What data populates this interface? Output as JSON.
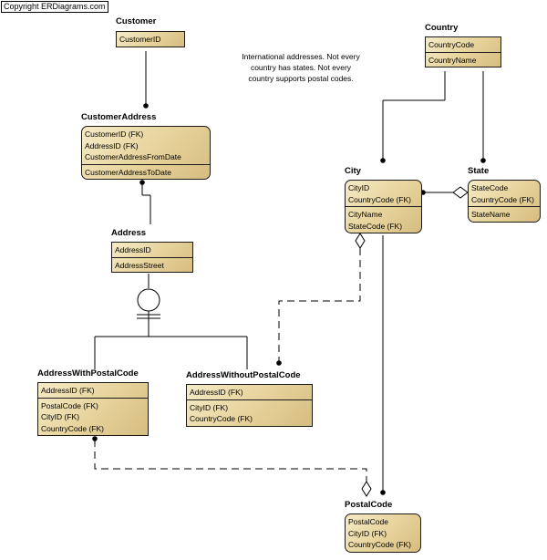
{
  "copyright": "Copyright ERDiagrams.com",
  "note": {
    "lines": [
      "International addresses. Not every",
      "country has states. Not every",
      "country supports postal codes."
    ]
  },
  "entities": {
    "customer": {
      "title": "Customer",
      "sections": [
        [
          "CustomerID"
        ]
      ]
    },
    "customer_address": {
      "title": "CustomerAddress",
      "sections": [
        [
          "CustomerID (FK)",
          "AddressID (FK)",
          "CustomerAddressFromDate"
        ],
        [
          "CustomerAddressToDate"
        ]
      ]
    },
    "address": {
      "title": "Address",
      "sections": [
        [
          "AddressID"
        ],
        [
          "AddressStreet"
        ]
      ]
    },
    "address_with_postal_code": {
      "title": "AddressWithPostalCode",
      "sections": [
        [
          "AddressID (FK)"
        ],
        [
          "PostalCode (FK)",
          "CityID (FK)",
          "CountryCode (FK)"
        ]
      ]
    },
    "address_without_postal_code": {
      "title": "AddressWithoutPostalCode",
      "sections": [
        [
          "AddressID (FK)"
        ],
        [
          "CityID (FK)",
          "CountryCode (FK)"
        ]
      ]
    },
    "country": {
      "title": "Country",
      "sections": [
        [
          "CountryCode"
        ],
        [
          "CountryName"
        ]
      ]
    },
    "city": {
      "title": "City",
      "sections": [
        [
          "CityID",
          "CountryCode (FK)"
        ],
        [
          "CityName",
          "StateCode (FK)"
        ]
      ]
    },
    "state": {
      "title": "State",
      "sections": [
        [
          "StateCode",
          "CountryCode (FK)"
        ],
        [
          "StateName"
        ]
      ]
    },
    "postal_code": {
      "title": "PostalCode",
      "sections": [
        [
          "PostalCode",
          "CityID (FK)",
          "CountryCode (FK)"
        ]
      ]
    }
  }
}
